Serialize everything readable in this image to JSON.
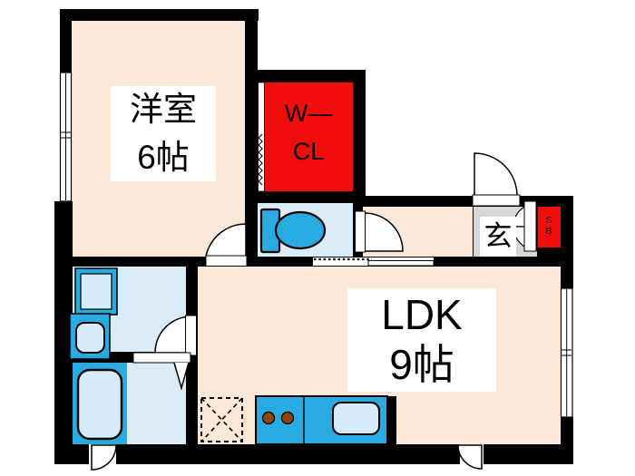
{
  "plan_type": "floor-plan",
  "rooms": {
    "western": {
      "name": "洋室",
      "size": "6帖"
    },
    "wcl": {
      "line1": "W—",
      "line2": "CL"
    },
    "ldk": {
      "name": "LDK",
      "size": "9帖"
    },
    "genkan": {
      "label": "玄"
    },
    "shoebox": {
      "line1": "S",
      "line2": "B"
    }
  },
  "fixtures": {
    "toilet": "toilet-icon",
    "bathtub": "bathtub-icon",
    "washing_machine": "washer-pan-icon",
    "vanity": "vanity-sink-icon",
    "stove": "stove-burners-icon",
    "kitchen_sink": "kitchen-sink-icon",
    "refrigerator_space": "fridge-space-dashed-icon"
  },
  "colors": {
    "bg": "#FFFFFF",
    "wall": "#000000",
    "cream": "#FBE8D8",
    "wet_blue": "#D9ECF8",
    "fixture_blue": "#29ABE2",
    "fixture_light": "#D6ECFA",
    "red": "#F20D0D",
    "genkan_gray": "#D7D7D9",
    "burner_brown": "#8B4513"
  }
}
